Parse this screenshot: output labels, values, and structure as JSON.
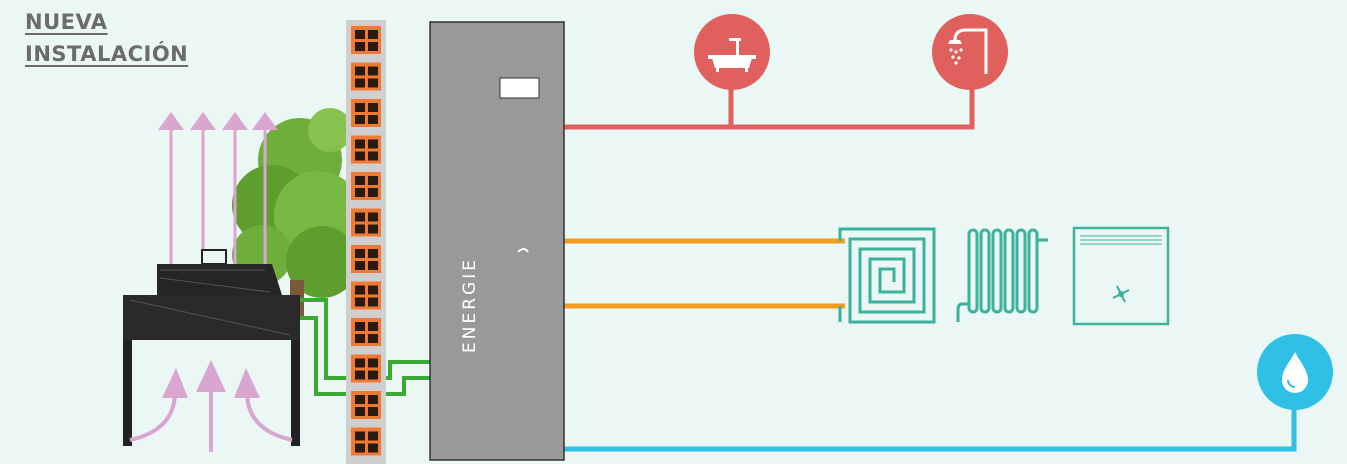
{
  "title": {
    "line1": "NUEVA",
    "line2": "INSTALACIÓN"
  },
  "unit": {
    "brand": "ENERGIE"
  },
  "colors": {
    "background": "#eaf7f5",
    "hot_water": "#e0605e",
    "heating": "#f39c1f",
    "emitters": "#3bb29c",
    "cold_water": "#2fc0e6",
    "refrigerant": "#3aaa35",
    "air_arrows": "#d8a6d0",
    "unit_body": "#999999",
    "brick": "#f07a33",
    "tree": "#6fae3a"
  },
  "icons": [
    "bathtub-faucet-icon",
    "shower-icon",
    "underfloor-heating-icon",
    "radiator-icon",
    "fan-convector-icon",
    "water-drop-icon"
  ]
}
